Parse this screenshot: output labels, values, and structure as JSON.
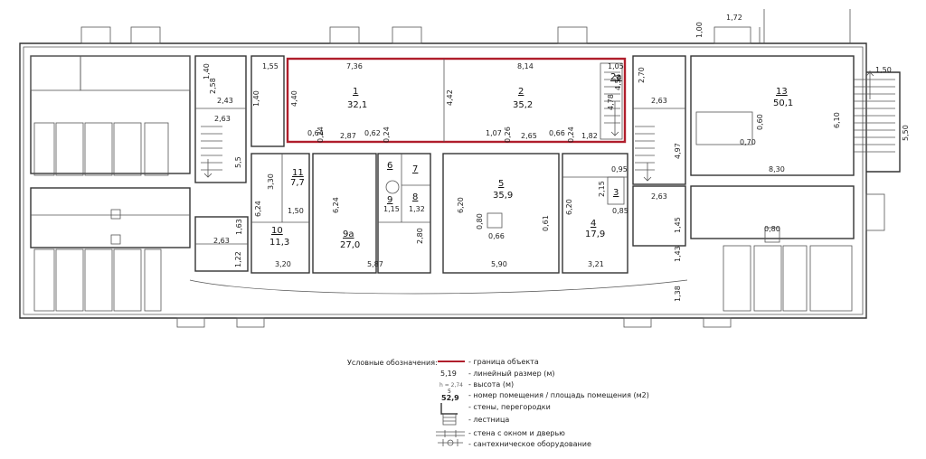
{
  "colors": {
    "boundary": "#b01e2c",
    "wall": "#333333"
  },
  "top_dims": {
    "d172": "1,72",
    "d100": "1,00",
    "d150": "1,50",
    "d550": "5,50"
  },
  "rooms": {
    "r1": {
      "num": "1",
      "area": "32,1",
      "d736": "7,36",
      "d440": "4,40",
      "d064": "0,64",
      "d024a": "0,24",
      "d287": "2,87",
      "d062": "0,62",
      "d024b": "0,24"
    },
    "r2": {
      "num": "2",
      "area": "35,2",
      "d814": "8,14",
      "d442": "4,42",
      "d107": "1,07",
      "d026": "0,26",
      "d265": "2,65",
      "d066": "0,66",
      "d024": "0,24",
      "d182": "1,82"
    },
    "r2a": {
      "num": "2а",
      "d105": "1,05",
      "d454": "4,54",
      "d478": "4,78"
    },
    "r5": {
      "num": "5",
      "area": "35,9",
      "d620": "6,20",
      "d080": "0,80",
      "d066": "0,66",
      "d061": "0,61",
      "d590": "5,90"
    },
    "r6": {
      "num": "6"
    },
    "r7": {
      "num": "7"
    },
    "r8": {
      "num": "8",
      "d132": "1,32"
    },
    "r9": {
      "num": "9",
      "d115": "1,15"
    },
    "r9a": {
      "num": "9а",
      "area": "27,0",
      "d624": "6,24",
      "d280": "2,80",
      "d587": "5,87"
    },
    "r10": {
      "num": "10",
      "area": "11,3",
      "d320": "3,20",
      "d624": "6,24"
    },
    "r11": {
      "num": "11",
      "area": "7,7",
      "d330": "3,30",
      "d150": "1,50"
    },
    "r3": {
      "num": "3",
      "d095": "0,95",
      "d215": "2,15",
      "d085": "0,85"
    },
    "r4": {
      "num": "4",
      "area": "17,9",
      "d620": "6,20",
      "d321": "3,21"
    },
    "r13": {
      "num": "13",
      "area": "50,1",
      "d610": "6,10",
      "d060": "0,60",
      "d070": "0,70",
      "d830": "8,30"
    }
  },
  "side_dims": {
    "d155": "1,55",
    "d140": "1,40",
    "d258": "2,58",
    "d243": "2,43",
    "d263a": "2,63",
    "d55": "5,5",
    "d263b": "2,63",
    "d163": "1,63",
    "d122": "1,22",
    "d270": "2,70",
    "d263c": "2,63",
    "d497": "4,97",
    "d263d": "2,63",
    "d145": "1,45",
    "d143": "1,43",
    "d138": "1,38",
    "d080": "0,80"
  },
  "legend": {
    "title": "Условные обозначения:",
    "items": [
      {
        "sample": "",
        "label": "- граница объекта"
      },
      {
        "sample": "5,19",
        "label": "- линейный размер (м)"
      },
      {
        "sample": "h = 2,74",
        "label": "- высота (м)"
      },
      {
        "sample": "5",
        "sample2": "52,9",
        "label": "- номер помещения / площадь помещения (м2)"
      },
      {
        "sample": "",
        "label": "- стены, перегородки"
      },
      {
        "sample": "",
        "label": "- лестница"
      },
      {
        "sample": "",
        "label": "- стена с окном и дверью"
      },
      {
        "sample": "",
        "label": "- сантехническое оборудование"
      }
    ]
  }
}
